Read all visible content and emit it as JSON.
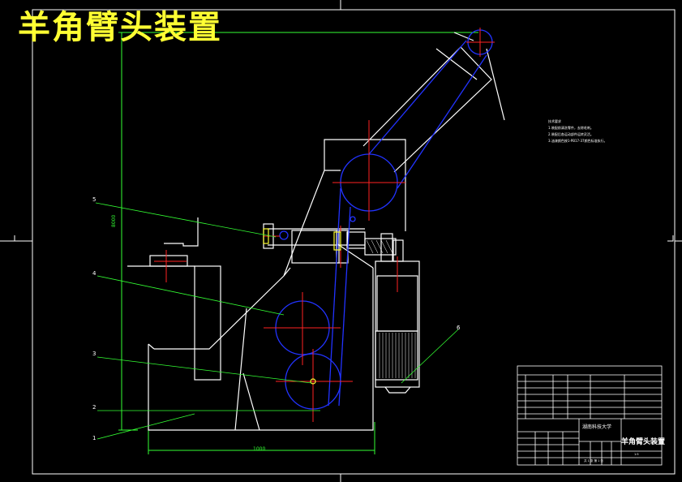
{
  "title": "羊角臂头装置",
  "colors": {
    "background": "#000000",
    "frame": "#ffffff",
    "title": "#ffff33",
    "outline": "#ffffff",
    "gear": "#2233ff",
    "center_mark": "#ff2222",
    "dimension": "#33ff33",
    "leader": "#33ff33"
  },
  "technical_notes": {
    "heading": "技术要求",
    "lines": [
      "1.装配前清洗零件，去除毛刺。",
      "2.装配后各运动部件运转灵活。",
      "3.油漆颜色按1-PB17-37颜色标准执行。"
    ]
  },
  "dimensions": {
    "vertical": "8000",
    "horizontal": "1000"
  },
  "callouts": [
    "1",
    "2",
    "3",
    "4",
    "5",
    "6"
  ],
  "title_block": {
    "drawing_name": "羊角臂头装置",
    "company": "湖南科技大学",
    "scale": "1:5",
    "sheet": "共 1 张 第 1 张"
  }
}
